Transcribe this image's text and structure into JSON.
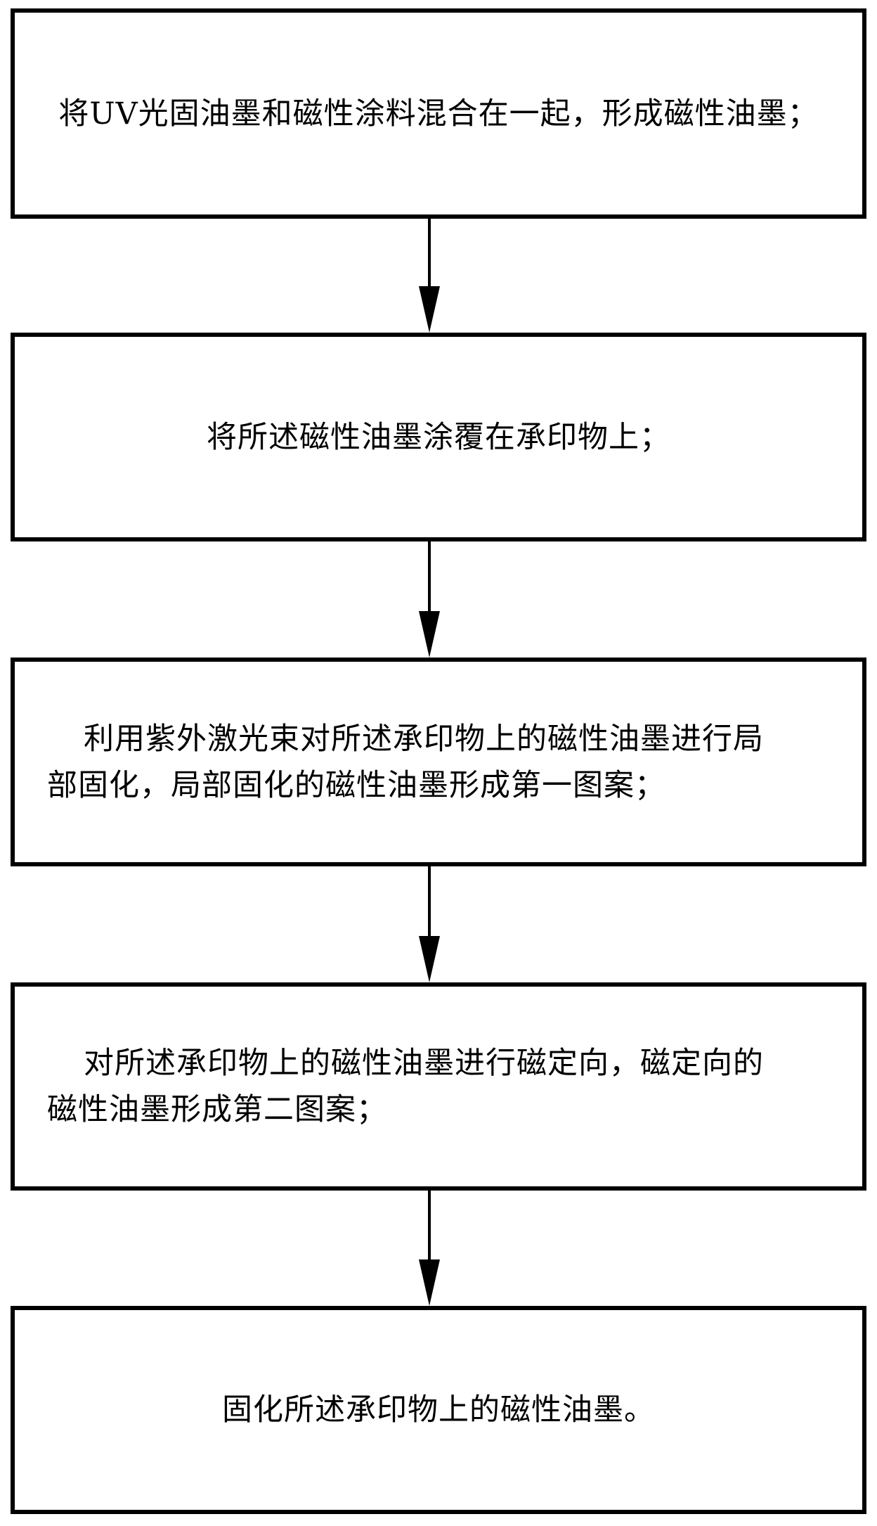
{
  "colors": {
    "background": "#ffffff",
    "line": "#000000",
    "text": "#000000"
  },
  "flowchart": {
    "type": "vertical-process-flow",
    "steps": [
      {
        "id": 1,
        "lines": [
          "将UV光固油墨和磁性涂料混合在一起，形成磁性油墨；"
        ],
        "align": "center"
      },
      {
        "id": 2,
        "lines": [
          "将所述磁性油墨涂覆在承印物上；"
        ],
        "align": "center"
      },
      {
        "id": 3,
        "lines": [
          "利用紫外激光束对所述承印物上的磁性油墨进行局",
          "部固化，局部固化的磁性油墨形成第一图案；"
        ],
        "align": "left"
      },
      {
        "id": 4,
        "lines": [
          "对所述承印物上的磁性油墨进行磁定向，磁定向的",
          "磁性油墨形成第二图案；"
        ],
        "align": "left"
      },
      {
        "id": 5,
        "lines": [
          "固化所述承印物上的磁性油墨。"
        ],
        "align": "center"
      }
    ],
    "connectors": [
      {
        "from": 1,
        "to": 2,
        "type": "arrow-down"
      },
      {
        "from": 2,
        "to": 3,
        "type": "arrow-down"
      },
      {
        "from": 3,
        "to": 4,
        "type": "arrow-down"
      },
      {
        "from": 4,
        "to": 5,
        "type": "arrow-down"
      }
    ]
  }
}
